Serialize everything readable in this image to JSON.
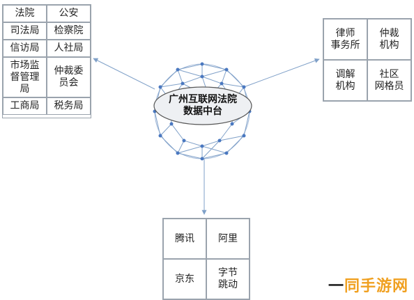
{
  "hub": {
    "title": "广州互联网法院\n数据中台"
  },
  "left_grid": {
    "cells": [
      "法院",
      "公安",
      "司法局",
      "检察院",
      "信访局",
      "人社局",
      "市场监\n督管理\n局",
      "仲裁委\n员会",
      "工商局",
      "税务局"
    ]
  },
  "right_grid": {
    "cells": [
      "律师\n事务所",
      "仲裁\n机构",
      "调解\n机构",
      "社区\n网格员"
    ]
  },
  "bottom_grid": {
    "cells": [
      "腾讯",
      "阿里",
      "京东",
      "字节\n跳动"
    ]
  },
  "watermark": {
    "prefix": "一",
    "text": "同手游网"
  },
  "colors": {
    "line": "#7fa0c8",
    "node": "#4a78c0",
    "hub_fill": "#eef0f3",
    "hub_stroke": "#555555"
  }
}
